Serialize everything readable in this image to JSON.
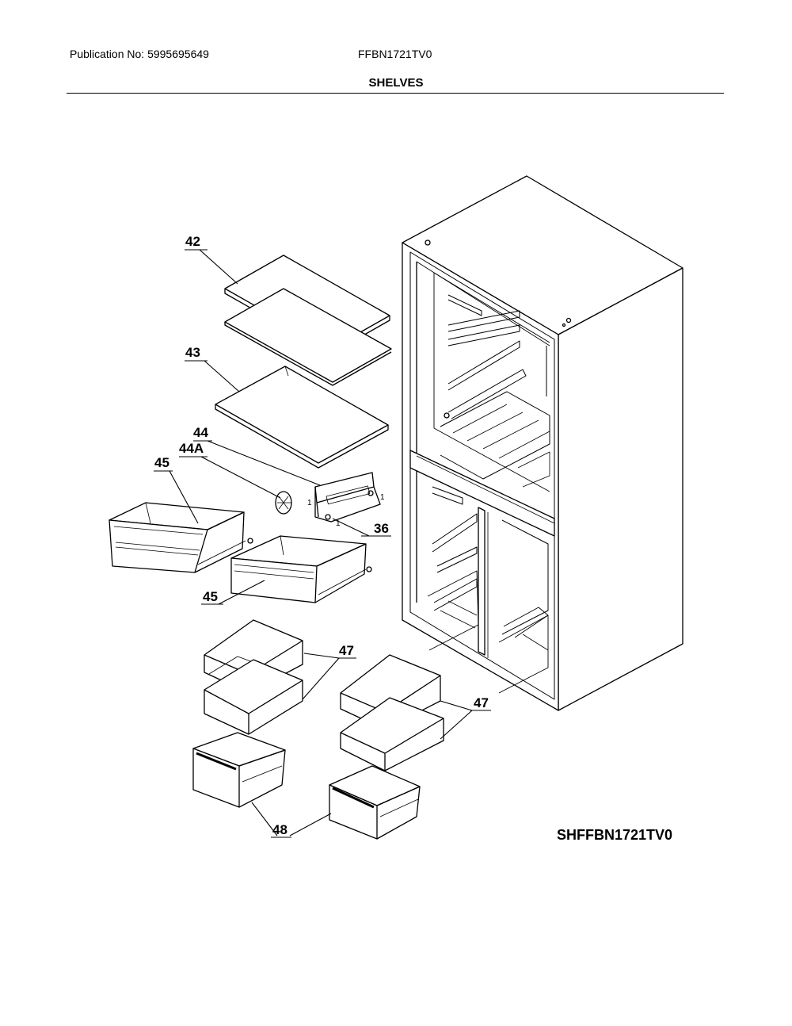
{
  "header": {
    "publication_label": "Publication No:",
    "publication_no": "5995695649",
    "model": "FFBN1721TV0",
    "section_title": "SHELVES"
  },
  "callouts": {
    "c42": "42",
    "c43": "43",
    "c44": "44",
    "c44a": "44A",
    "c45a": "45",
    "c45b": "45",
    "c36": "36",
    "c47a": "47",
    "c47b": "47",
    "c48": "48",
    "c1a": "1",
    "c1b": "1",
    "c1c": "1"
  },
  "diagram_code": "SHFFBN1721TV0"
}
